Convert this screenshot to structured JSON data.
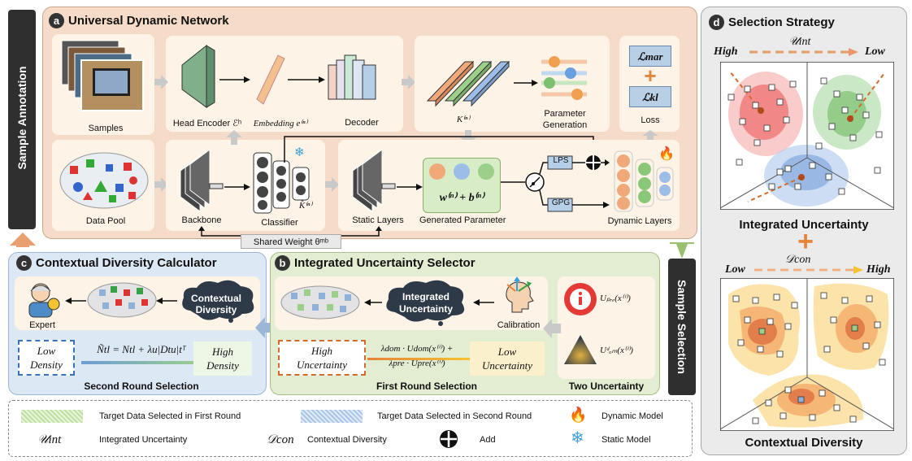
{
  "side": {
    "left_label": "Sample Annotation",
    "right_label": "Sample Selection"
  },
  "panel_a": {
    "tag": "a",
    "title": "Universal Dynamic Network",
    "samples": "Samples",
    "data_pool": "Data Pool",
    "head_encoder": "Head Encoder ℰʰ",
    "embedding": "Embedding e⁽ⁿ⁾",
    "decoder": "Decoder",
    "k_n": "K⁽ⁿ⁾",
    "param_gen_1": "Parameter",
    "param_gen_2": "Generation",
    "loss_mar": "ℒmar",
    "loss_kl": "ℒkl",
    "loss": "Loss",
    "backbone": "Backbone",
    "classifier": "Classifier",
    "k_hat": "K̂⁽ⁿ⁾",
    "static_layers": "Static Layers",
    "generated_param": "Generated Parameter",
    "wb": "w⁽ⁿ⁾ + b⁽ⁿ⁾",
    "lps": "LPS",
    "gpg": "GPG",
    "dynamic_layers": "Dynamic Layers",
    "shared_weight": "Shared Weight θᵐᵇ"
  },
  "panel_b": {
    "tag": "b",
    "title": "Integrated Uncertainty Selector",
    "cloud": "Integrated Uncertainty",
    "calibration": "Calibration",
    "u_pre": "Uₚᵣₑ(x⁽ⁱ⁾)",
    "u_dom": "Uᵈₒₘ(x⁽ⁱ⁾)",
    "high_unc_1": "High",
    "high_unc_2": "Uncertainty",
    "formula_1": "λdom · Udom(x⁽ⁱ⁾) +",
    "formula_2": "λpre · Upre(x⁽ⁱ⁾)",
    "low_unc_1": "Low",
    "low_unc_2": "Uncertainty",
    "first_round": "First Round Selection",
    "two_unc": "Two Uncertainty"
  },
  "panel_c": {
    "tag": "c",
    "title": "Contextual Diversity Calculator",
    "expert": "Expert",
    "cloud": "Contextual Diversity",
    "low_den_1": "Low",
    "low_den_2": "Density",
    "formula": "Ñtl = Ntl + λu|Dtu|tᵀ",
    "high_den_1": "High",
    "high_den_2": "Density",
    "second_round": "Second Round Selection"
  },
  "panel_d": {
    "tag": "d",
    "title": "Selection Strategy",
    "high": "High",
    "low": "Low",
    "u_int": "𝒰int",
    "integrated": "Integrated Uncertainty",
    "d_con": "𝒟con",
    "low2": "Low",
    "high2": "High",
    "contextual": "Contextual Diversity"
  },
  "legend": {
    "first": "Target Data Selected in First Round",
    "second": "Target Data Selected in Second Round",
    "dynamic": "Dynamic Model",
    "u_int_sym": "𝒰int",
    "u_int": "Integrated Uncertainty",
    "d_con_sym": "𝒟con",
    "d_con": "Contextual Diversity",
    "add": "Add",
    "static": "Static Model"
  },
  "colors": {
    "panel_a": "#f6dcc8",
    "panel_b": "#e3edd2",
    "panel_c": "#dde8f5",
    "panel_d": "#ebebeb",
    "accent_orange": "#e8833a"
  }
}
